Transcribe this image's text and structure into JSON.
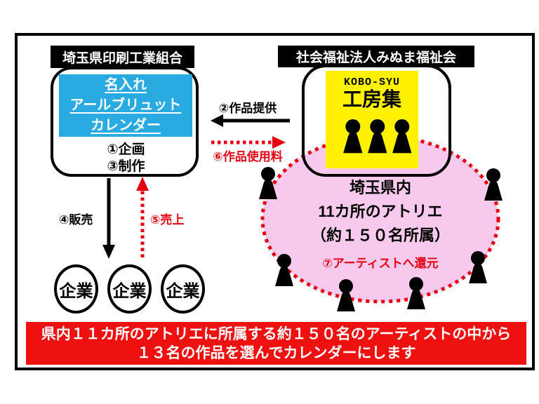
{
  "colors": {
    "blue": "#29ABE2",
    "yellow": "#FFF100",
    "pink": "#F7C9EC",
    "accent_red": "#E60012",
    "banner_red": "#EF1010",
    "black": "#000000"
  },
  "printing_union": {
    "header": "埼玉県印刷工業組合",
    "calendar_lines": [
      "名入れ",
      "アールブリュット",
      "カレンダー"
    ],
    "steps": [
      "①企画",
      "③制作"
    ]
  },
  "welfare": {
    "header": "社会福祉法人みぬま福祉会",
    "kobo_romaji": "KOBO-SYU",
    "kobo_name": "工房集"
  },
  "atelier": {
    "line1": "埼玉県内",
    "line2": "11カ所のアトリエ",
    "line3": "（約１５０名所属）",
    "note": "⑦アーティストへ還元"
  },
  "flows": {
    "provide": "②作品提供",
    "usage_fee": "⑥作品使用料",
    "sell": "④販売",
    "sales": "⑤売上"
  },
  "companies": [
    "企業",
    "企業",
    "企業"
  ],
  "banner": {
    "line1": "県内１１カ所のアトリエに所属する約１５０名のアーティストの中から",
    "line2": "１３名の作品を選んでカレンダーにします"
  }
}
